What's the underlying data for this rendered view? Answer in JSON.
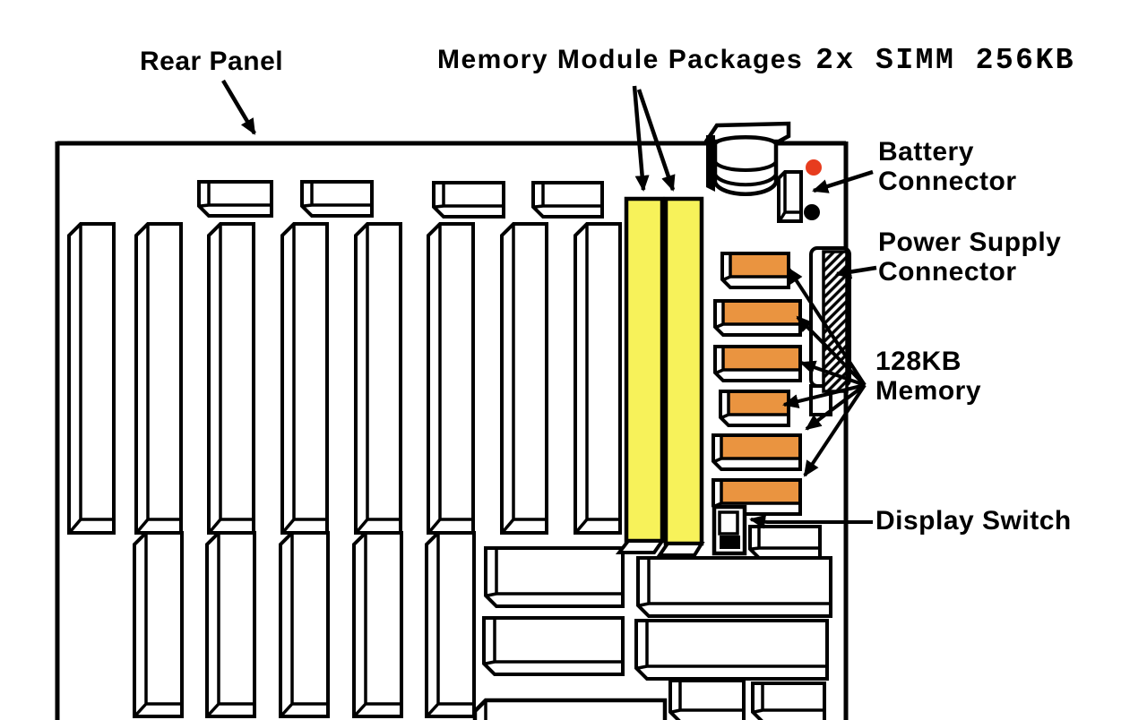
{
  "figure": {
    "kind": "motherboard-diagram",
    "background_color": "#ffffff",
    "ink_color": "#000000"
  },
  "labels": {
    "rear_panel": "Rear Panel",
    "memory_modules": "Memory Module Packages",
    "memory_modules_spec": "2x SIMM 256KB",
    "battery_connector": {
      "line1": "Battery",
      "line2": "Connector"
    },
    "power_supply_connector": {
      "line1": "Power Supply",
      "line2": "Connector"
    },
    "memory_128kb": {
      "line1": "128KB",
      "line2": "Memory"
    },
    "display_switch": "Display Switch"
  },
  "colors": {
    "simm_yellow": "#f7f25a",
    "chip_orange": "#ea9440",
    "battery_dot_red": "#e73c1e",
    "battery_dot_black": "#000000"
  },
  "counts": {
    "simm_modules": 2,
    "memory_chips_128kb": 6,
    "expansion_slots": 8,
    "top_connectors": 4
  }
}
